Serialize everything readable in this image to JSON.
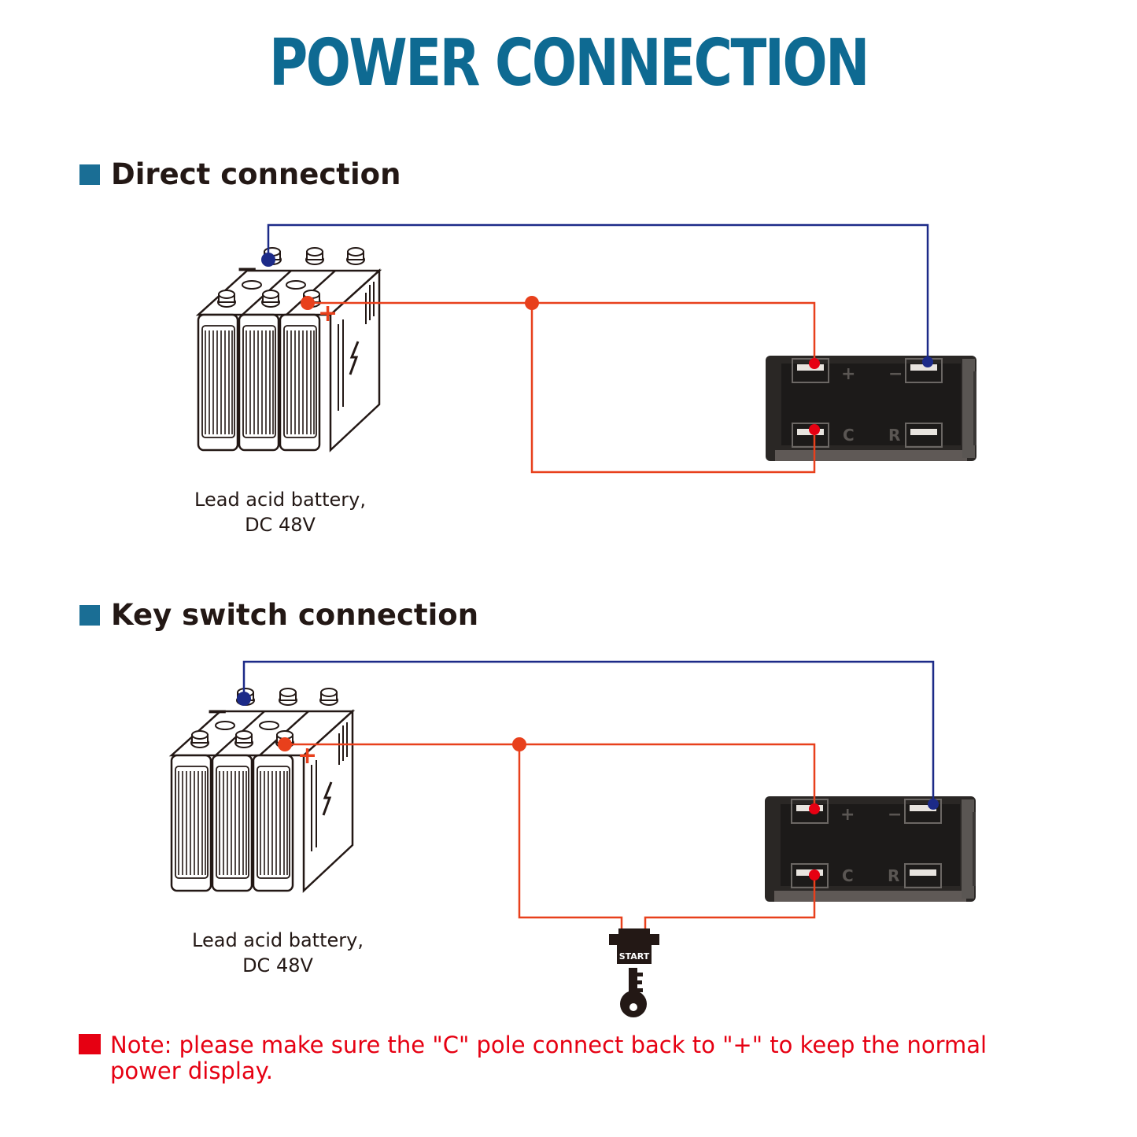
{
  "title": "POWER CONNECTION",
  "colors": {
    "title": "#0e6a92",
    "section_marker": "#1a6e95",
    "negative_wire": "#1c2a88",
    "positive_wire": "#e8401c",
    "note": "#e60012",
    "meter_body": "#2a2725"
  },
  "sections": [
    {
      "heading": "Direct connection",
      "battery_label_line1": "Lead acid battery,",
      "battery_label_line2": "DC 48V",
      "battery_minus": "−",
      "battery_plus": "+",
      "meter_terminals": [
        "+",
        "−",
        "C",
        "R"
      ]
    },
    {
      "heading": "Key switch connection",
      "battery_label_line1": "Lead acid battery,",
      "battery_label_line2": "DC 48V",
      "battery_minus": "−",
      "battery_plus": "+",
      "meter_terminals": [
        "+",
        "−",
        "C",
        "R"
      ],
      "key_switch_label": "START"
    }
  ],
  "note": "Note: please make sure the \"C\" pole connect back to \"+\" to keep the normal power display."
}
